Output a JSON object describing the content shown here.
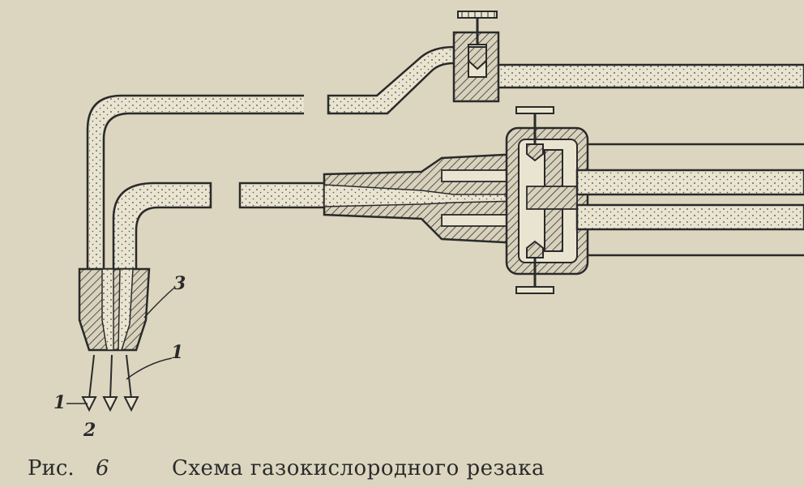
{
  "caption": {
    "prefix": "Рис.",
    "number": "6",
    "title": "Схема газокислородного резака"
  },
  "labels": {
    "outer_nozzle": "3",
    "jet_right": "1",
    "jet_left": "1",
    "jet_center": "2"
  },
  "colors": {
    "paper": "#dcd6c0",
    "ink": "#2a2a2a",
    "channel_fill": "#e9e4d0"
  }
}
